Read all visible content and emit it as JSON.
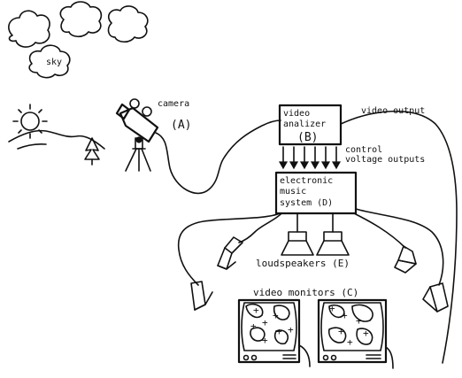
{
  "labels": {
    "sky": "sky",
    "camera": "camera",
    "camera_id": "(A)",
    "analyzer_line1": "video",
    "analyzer_line2": "analizer",
    "analyzer_id": "(B)",
    "video_output": "video output",
    "control_line1": "control",
    "control_line2": "voltage outputs",
    "music_line1": "electronic",
    "music_line2": "music",
    "music_line3": "system (D)",
    "loudspeakers": "loudspeakers (E)",
    "monitors": "video monitors (C)"
  },
  "icons": [
    "cloud-icon",
    "sun-icon",
    "tree-icon",
    "camera-icon",
    "loudspeaker-icon",
    "video-monitor-icon"
  ]
}
